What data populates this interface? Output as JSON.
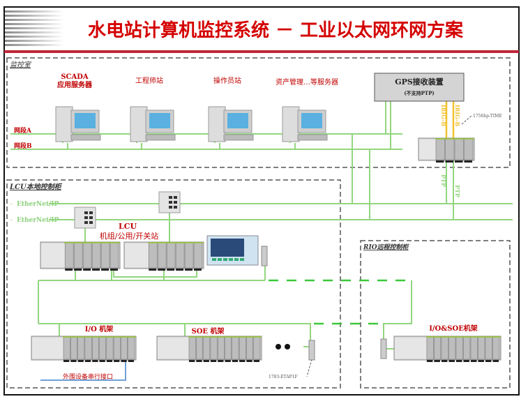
{
  "title": "水电站计算机监控系统 － 工业以太网环网方案",
  "colors": {
    "title": "#d40000",
    "accent_line": "#c0283a",
    "network": "#92d67e",
    "irig": "#f2c230",
    "serial": "#6fa0d8"
  },
  "control_room": {
    "label": "监控室",
    "stations": [
      {
        "label1": "SCADA",
        "label2": "应用服务器"
      },
      {
        "label1": "工程师站"
      },
      {
        "label1": "操作员站"
      },
      {
        "label1": "资产管理…等服务器"
      }
    ],
    "gps": {
      "label": "GPS接收装置",
      "sub": "(不支持PTP)"
    },
    "irig": [
      "IRIG-B",
      "IRIG-B"
    ],
    "time_module": "1756hp-TIME",
    "segments": [
      "网段A",
      "网段B"
    ]
  },
  "lcu": {
    "label": "LCU本地控制柜",
    "ethernet": [
      "EtherNet/IP",
      "EtherNet/IP"
    ],
    "ptp": [
      "PTP",
      "PTP"
    ],
    "title1": "LCU",
    "title2": "机组/公用/开关站",
    "io_rack": "I/O 机架",
    "soe_rack": "SOE 机架",
    "serial": "外围设备串行接口",
    "tap": "1783-ETAP1F"
  },
  "rio": {
    "label": "RIO远程控制柜",
    "rack": "I/O&SOE机架"
  }
}
